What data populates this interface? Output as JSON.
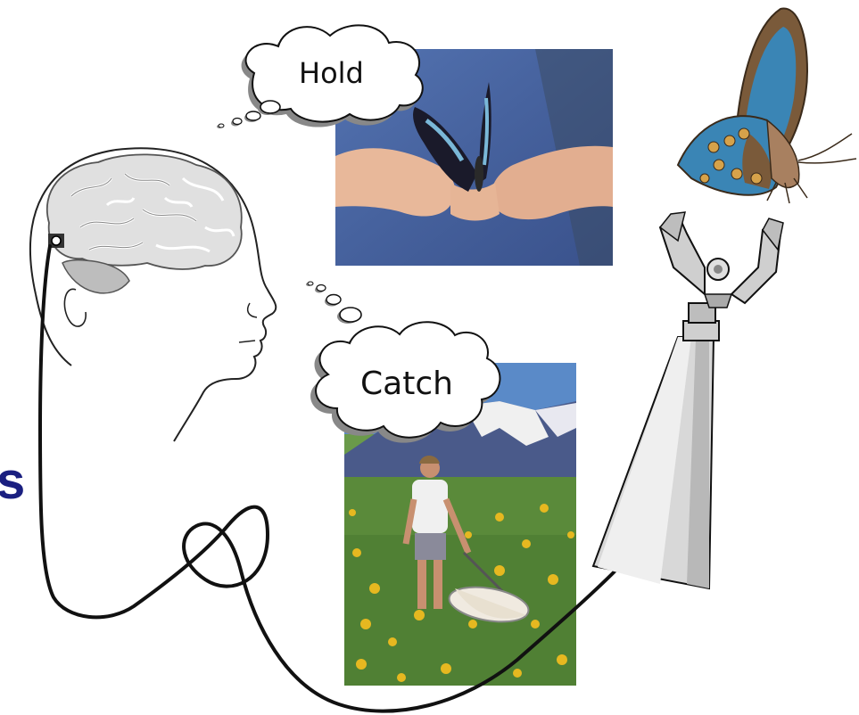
{
  "thoughts": {
    "hold": "Hold",
    "catch": "Catch"
  },
  "stray_letter": "s",
  "colors": {
    "text_accent": "#1a1f80",
    "butterfly_blue": "#3a85b5",
    "butterfly_brown": "#7a5a3a",
    "butterfly_orange": "#d6a24a",
    "dress_blue": "#4a6aa8",
    "sky_blue": "#5a8ac8",
    "meadow_green": "#5a8a3a",
    "flower_yellow": "#e6b820",
    "arm_gray": "#d8d8d8"
  },
  "icons": {
    "head": "human-head-profile-icon",
    "brain": "brain-icon",
    "implant": "electrode-implant-icon",
    "robot_arm": "robotic-arm-icon",
    "butterfly": "butterfly-icon"
  }
}
